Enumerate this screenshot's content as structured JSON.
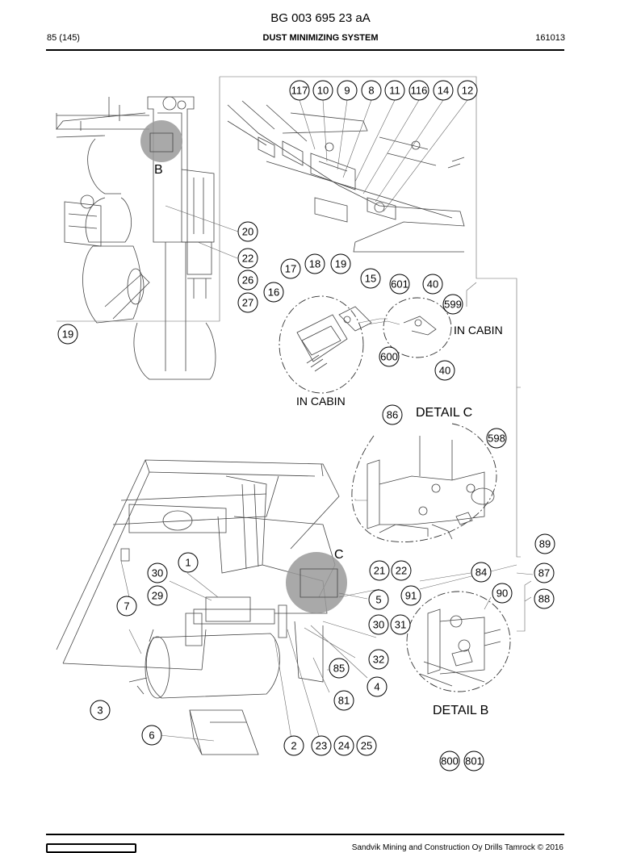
{
  "header": {
    "doc_number": "BG 003 695 23 aA",
    "page": "85 (145)",
    "section": "DUST MINIMIZING SYSTEM",
    "date": "161013"
  },
  "footer": {
    "copyright": "Sandvik Mining and Construction Oy Drills Tamrock © 2016"
  },
  "labels": {
    "detail_c": "DETAIL C",
    "detail_b": "DETAIL B",
    "in_cabin_1": "IN CABIN",
    "in_cabin_2": "IN CABIN",
    "letter_b": "B",
    "letter_c": "C"
  },
  "callouts": {
    "c117": "117",
    "c10": "10",
    "c9": "9",
    "c8": "8",
    "c11": "11",
    "c116": "116",
    "c14": "14",
    "c12": "12",
    "c20": "20",
    "c22a": "22",
    "c26": "26",
    "c27": "27",
    "c19a": "19",
    "c17": "17",
    "c18": "18",
    "c19b": "19",
    "c16": "16",
    "c15": "15",
    "c601": "601",
    "c40a": "40",
    "c599": "599",
    "c600": "600",
    "c40b": "40",
    "c86": "86",
    "c598": "598",
    "c1": "1",
    "c30a": "30",
    "c29": "29",
    "c7": "7",
    "c21": "21",
    "c22b": "22",
    "c5": "5",
    "c84": "84",
    "c91": "91",
    "c90": "90",
    "c89": "89",
    "c87": "87",
    "c88": "88",
    "c30b": "30",
    "c31": "31",
    "c32": "32",
    "c85": "85",
    "c4": "4",
    "c81": "81",
    "c3": "3",
    "c6": "6",
    "c2": "2",
    "c23": "23",
    "c24": "24",
    "c25": "25",
    "c800": "800",
    "c801": "801"
  }
}
